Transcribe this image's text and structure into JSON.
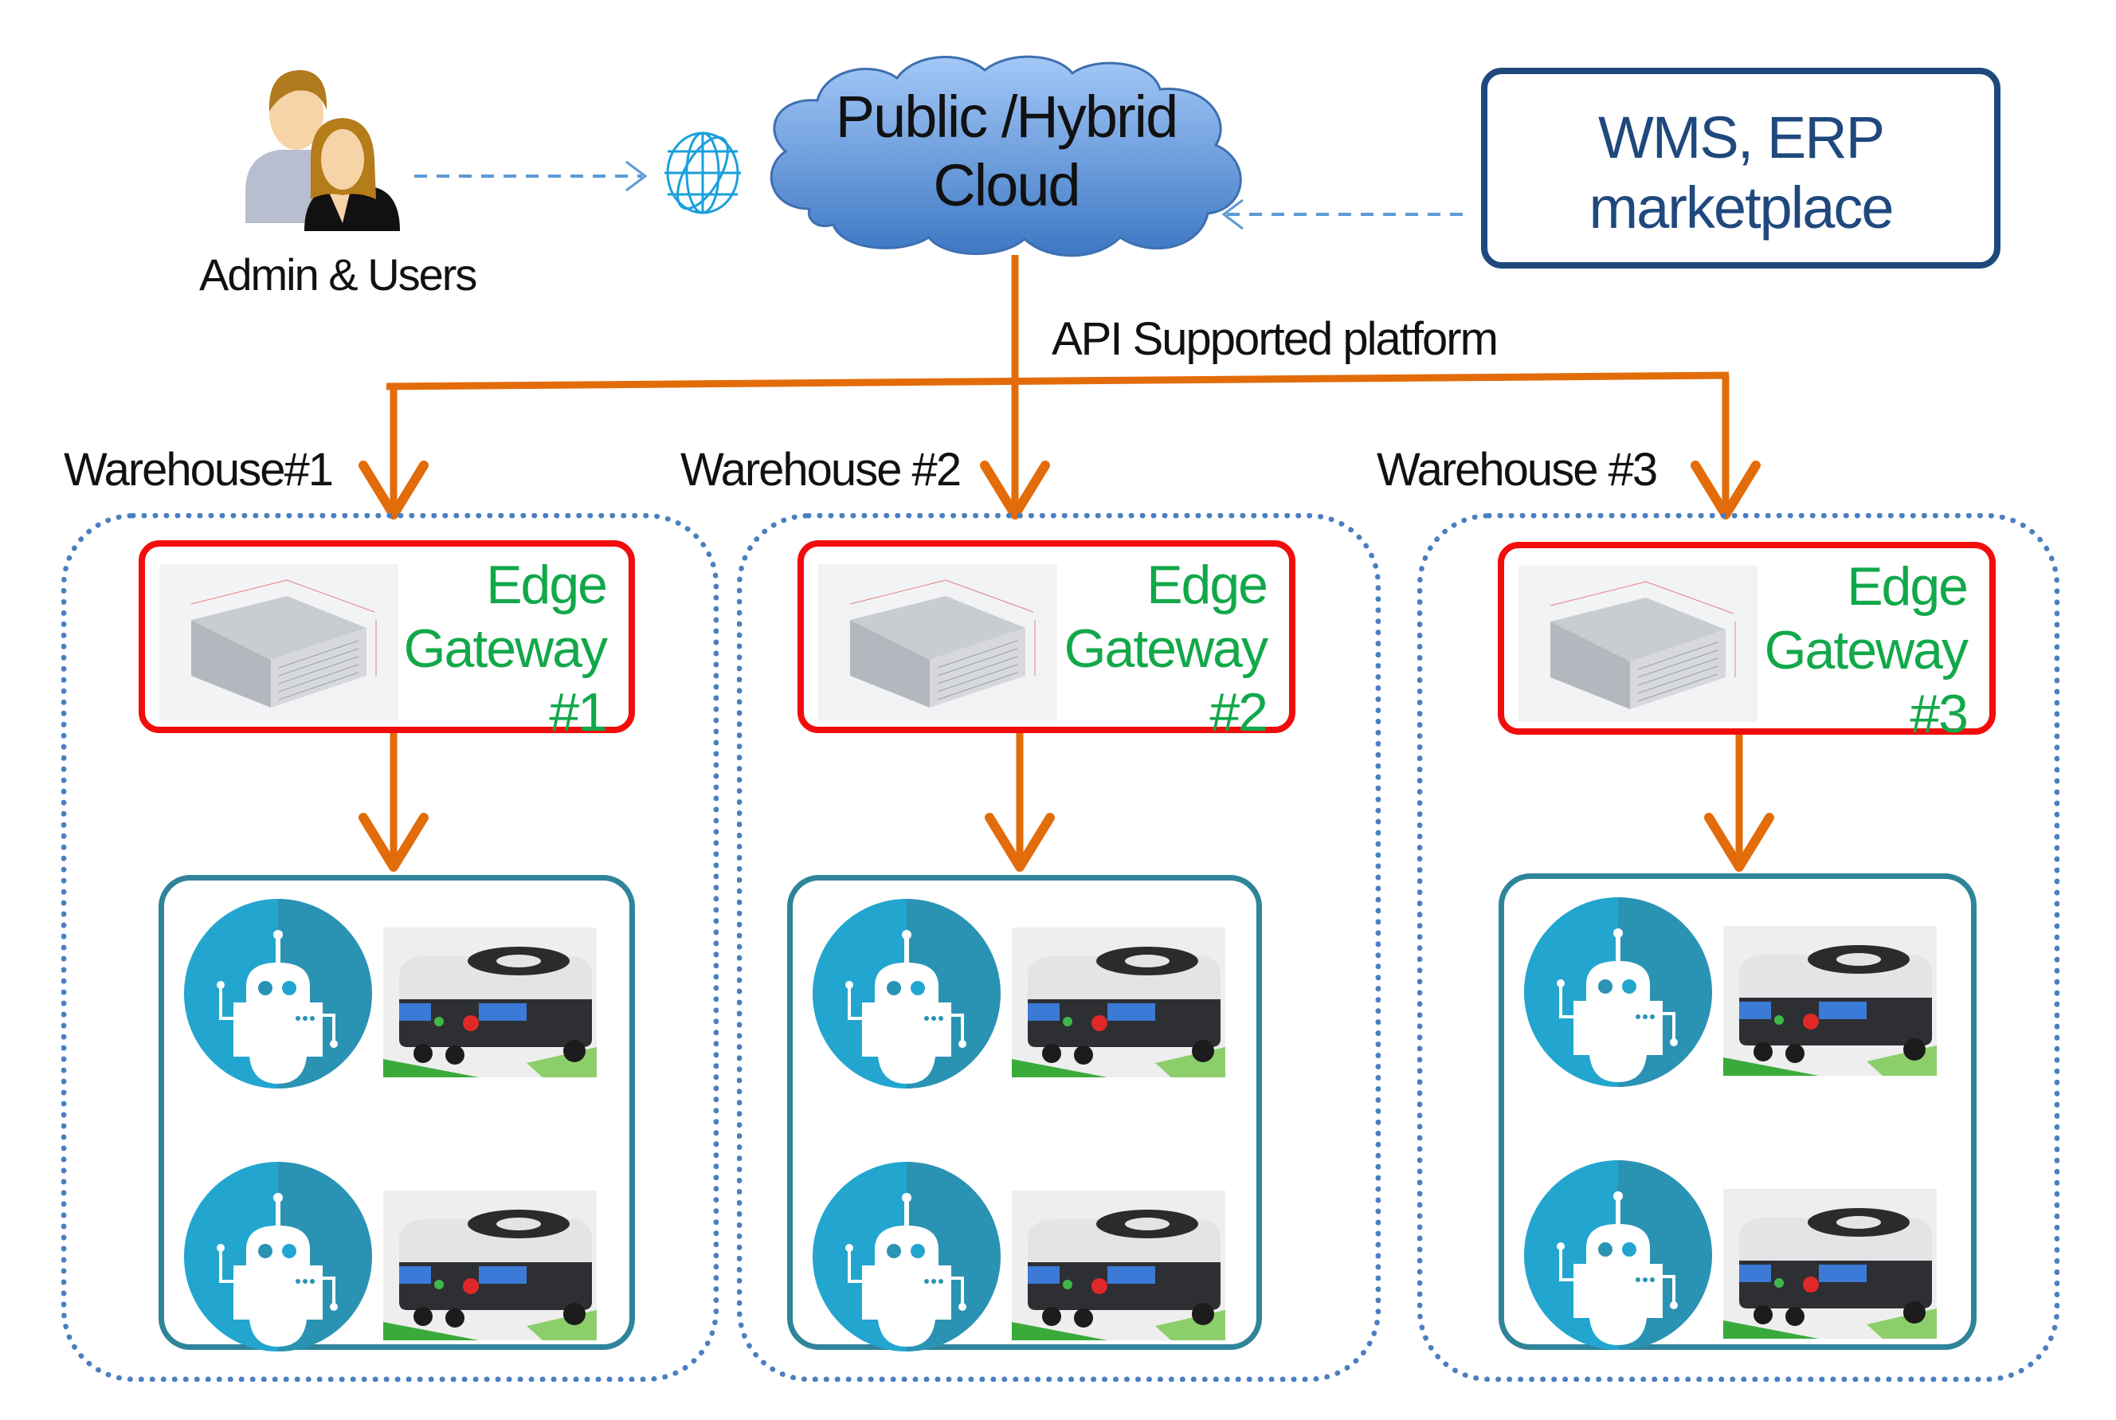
{
  "users": {
    "label": "Admin & Users",
    "icon": "users-icon"
  },
  "globe": {
    "icon": "globe-icon"
  },
  "cloud": {
    "line1": "Public /Hybrid",
    "line2": "Cloud",
    "fill_top": "#9cc3f5",
    "fill_bottom": "#3f7bc6"
  },
  "wms": {
    "line1": "WMS, ERP",
    "line2": "marketplace",
    "color": "#1f497d"
  },
  "api_label": "API Supported platform",
  "colors": {
    "orange": "#e36c0a",
    "dashed_blue": "#5b9bd5",
    "dotted_blue": "#4a7fc0",
    "gateway_red": "#f20d0d",
    "gateway_green": "#12a84a",
    "robot_teal": "#2f8499"
  },
  "warehouses": [
    {
      "label": "Warehouse#1",
      "gateway": {
        "line1": "Edge",
        "line2": "Gateway",
        "line3": "#1"
      },
      "robots": [
        {
          "icon": "robot-icon",
          "image": "agv-robot"
        },
        {
          "icon": "robot-icon",
          "image": "agv-robot"
        }
      ]
    },
    {
      "label": "Warehouse #2",
      "gateway": {
        "line1": "Edge",
        "line2": "Gateway",
        "line3": "#2"
      },
      "robots": [
        {
          "icon": "robot-icon",
          "image": "agv-robot"
        },
        {
          "icon": "robot-icon",
          "image": "agv-robot"
        }
      ]
    },
    {
      "label": "Warehouse #3",
      "gateway": {
        "line1": "Edge",
        "line2": "Gateway",
        "line3": "#3"
      },
      "robots": [
        {
          "icon": "robot-icon",
          "image": "agv-robot"
        },
        {
          "icon": "robot-icon",
          "image": "agv-robot"
        }
      ]
    }
  ]
}
